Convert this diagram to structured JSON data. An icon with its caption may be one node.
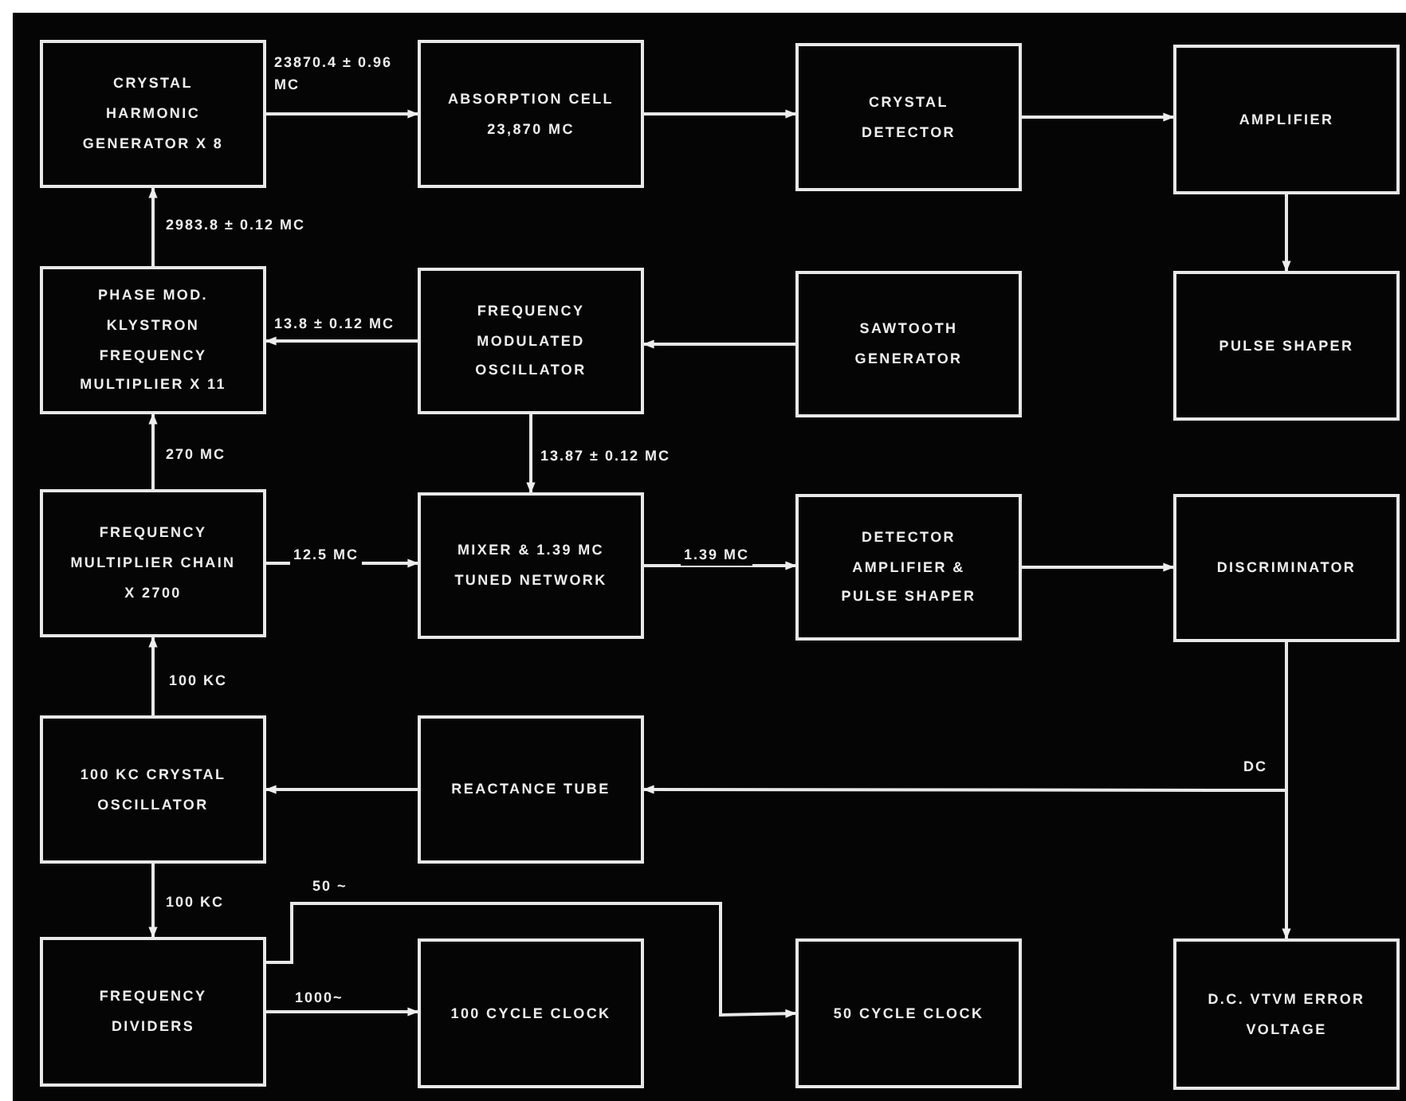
{
  "diagram": {
    "nodes": [
      {
        "text": [
          "CRYSTAL HARMONIC GENERATOR X 8"
        ]
      },
      {
        "text": [
          "ABSORPTION CELL 23,870 MC"
        ]
      },
      {
        "text": [
          "CRYSTAL DETECTOR"
        ]
      },
      {
        "text": [
          "AMPLIFIER"
        ]
      },
      {
        "text": [
          "PHASE MOD. KLYSTRON FREQUENCY MULTIPLIER X 11"
        ]
      },
      {
        "text": [
          "FREQUENCY MODULATED OSCILLATOR"
        ]
      },
      {
        "text": [
          "SAWTOOTH GENERATOR"
        ]
      },
      {
        "text": [
          "PULSE SHAPER"
        ]
      },
      {
        "text": [
          "FREQUENCY MULTIPLIER CHAIN X 2700"
        ]
      },
      {
        "text": [
          "MIXER & 1.39 MC TUNED NETWORK"
        ]
      },
      {
        "text": [
          "DETECTOR AMPLIFIER & PULSE SHAPER"
        ]
      },
      {
        "text": [
          "DISCRIMINATOR"
        ]
      },
      {
        "text": [
          "100 KC CRYSTAL OSCILLATOR"
        ]
      },
      {
        "text": [
          "REACTANCE TUBE"
        ]
      },
      {
        "text": [
          "FREQUENCY DIVIDERS"
        ]
      },
      {
        "text": [
          "100 CYCLE CLOCK"
        ]
      },
      {
        "text": [
          "50 CYCLE CLOCK"
        ]
      },
      {
        "text": [
          "D.C. VTVM ERROR VOLTAGE"
        ]
      }
    ],
    "edges": [
      {
        "from": 4,
        "to": 0,
        "arrow": "to",
        "label": "2983.8 ± 0.12 MC"
      },
      {
        "from": 0,
        "to": 1,
        "arrow": "to",
        "label": "23870.4 ± 0.96 MC"
      },
      {
        "from": 1,
        "to": 2,
        "arrow": "to"
      },
      {
        "from": 2,
        "to": 3,
        "arrow": "to"
      },
      {
        "from": 3,
        "to": 7,
        "arrow": "to"
      },
      {
        "from": 5,
        "to": 4,
        "arrow": "to",
        "label": "13.8 ± 0.12 MC"
      },
      {
        "from": 6,
        "to": 5,
        "arrow": "to"
      },
      {
        "from": 8,
        "to": 4,
        "arrow": "to",
        "label": "270 MC"
      },
      {
        "from": 5,
        "to": 9,
        "arrow": "to",
        "label": "13.87 ± 0.12 MC"
      },
      {
        "from": 8,
        "to": 9,
        "arrow": "to",
        "label": "12.5 MC"
      },
      {
        "from": 9,
        "to": 10,
        "arrow": "to",
        "label": "1.39 MC"
      },
      {
        "from": 10,
        "to": 11,
        "arrow": "to"
      },
      {
        "from": 12,
        "to": 8,
        "arrow": "to",
        "label": "100 KC"
      },
      {
        "from": 11,
        "to": 13,
        "arrow": "to",
        "label": "DC"
      },
      {
        "from": 11,
        "to": 17,
        "arrow": "to"
      },
      {
        "from": 13,
        "to": 12,
        "arrow": "to"
      },
      {
        "from": 12,
        "to": 14,
        "arrow": "to",
        "label": "100 KC"
      },
      {
        "from": 14,
        "to": 15,
        "arrow": "to",
        "label": "1000~"
      },
      {
        "from": 14,
        "to": 16,
        "arrow": "to",
        "label": "50 ~"
      }
    ]
  }
}
